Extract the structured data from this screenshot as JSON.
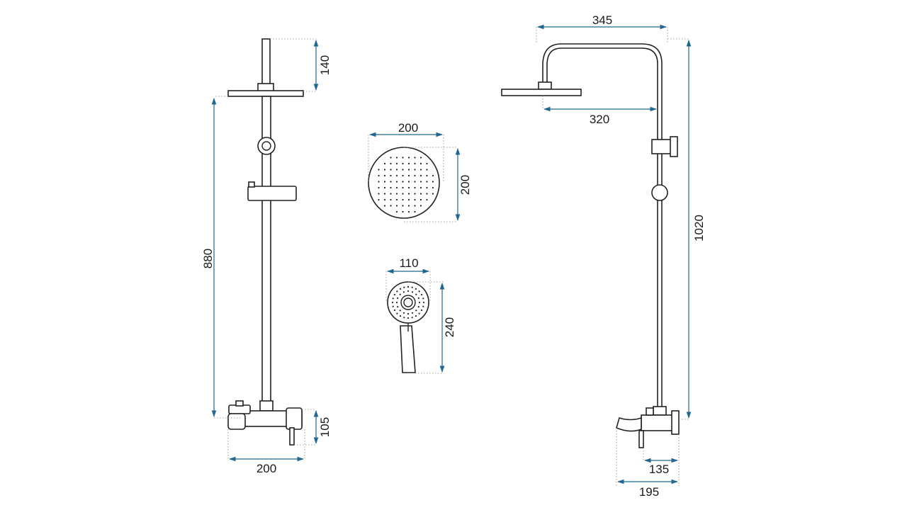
{
  "colors": {
    "dimension_line": "#1f6690",
    "outline": "#222222",
    "background": "#ffffff"
  },
  "dimensions": {
    "front_top_height": "140",
    "front_height": "880",
    "front_mixer_height": "105",
    "front_mixer_width": "200",
    "head_width": "200",
    "head_height": "200",
    "hand_width": "110",
    "hand_height": "240",
    "side_arm_length": "345",
    "side_head_offset": "320",
    "side_total_height": "1020",
    "side_spout_depth": "135",
    "side_total_depth": "195"
  }
}
